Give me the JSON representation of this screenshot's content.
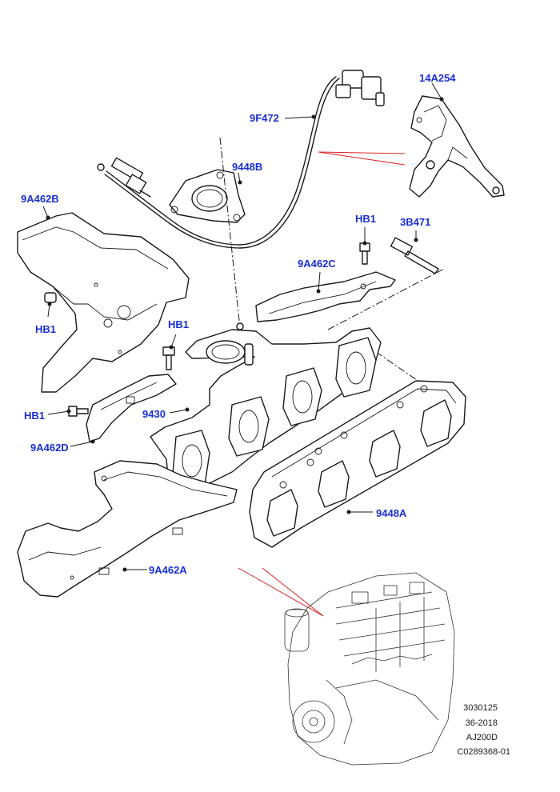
{
  "theme": {
    "label_color": "#1a2fd6",
    "ink": "#1a1a1a",
    "pointer_color": "#e02020"
  },
  "labels": {
    "sensor": "9F472",
    "bracket": "14A254",
    "gasket_top": "9448B",
    "shield_left": "9A462B",
    "bolt_1": "HB1",
    "bolt_2": "HB1",
    "bolt_3": "HB1",
    "bolt_4": "HB1",
    "shield_upper": "9A462C",
    "stud": "3B471",
    "manifold": "9430",
    "shield_lower_small": "9A462D",
    "gasket_main": "9448A",
    "shield_bottom": "9A462A"
  },
  "reference": {
    "line_1": "3030125",
    "line_2": "36-2018",
    "line_3": "AJ200D",
    "line_4": "C0289368-01"
  }
}
